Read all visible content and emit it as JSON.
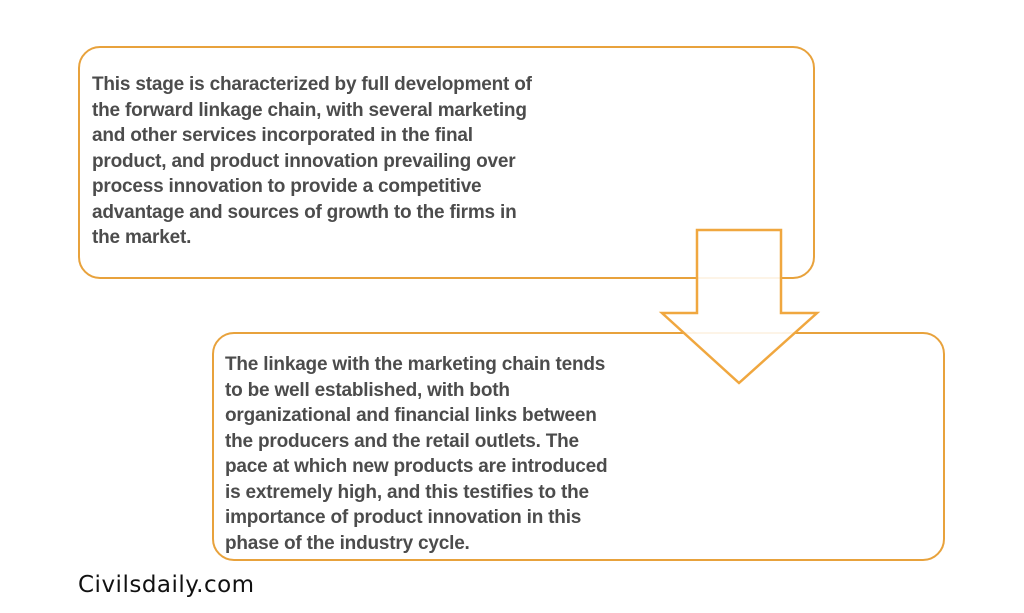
{
  "colors": {
    "box_border": "#e8a23c",
    "arrow_border": "#f0a73f",
    "text": "#4c4c4c",
    "watermark_text": "#111111",
    "background": "#ffffff"
  },
  "diagram": {
    "box1": {
      "lines": [
        "This stage is characterized by full development of",
        "the forward linkage chain, with several marketing",
        "and other services incorporated in the final",
        "product, and product innovation prevailing over",
        "process innovation to provide a competitive",
        "advantage and sources of growth to the firms in",
        "the market."
      ]
    },
    "box2": {
      "lines": [
        "The linkage with the marketing chain tends",
        "to be well established, with both",
        "organizational and financial links between",
        "the producers and the retail outlets. The",
        "pace at which new products are introduced",
        "is extremely high, and this testifies to the",
        "importance of product innovation in this",
        "phase of the industry cycle."
      ]
    },
    "arrow": {
      "icon": "down-arrow-icon"
    },
    "watermark": "Civilsdaily.com"
  }
}
